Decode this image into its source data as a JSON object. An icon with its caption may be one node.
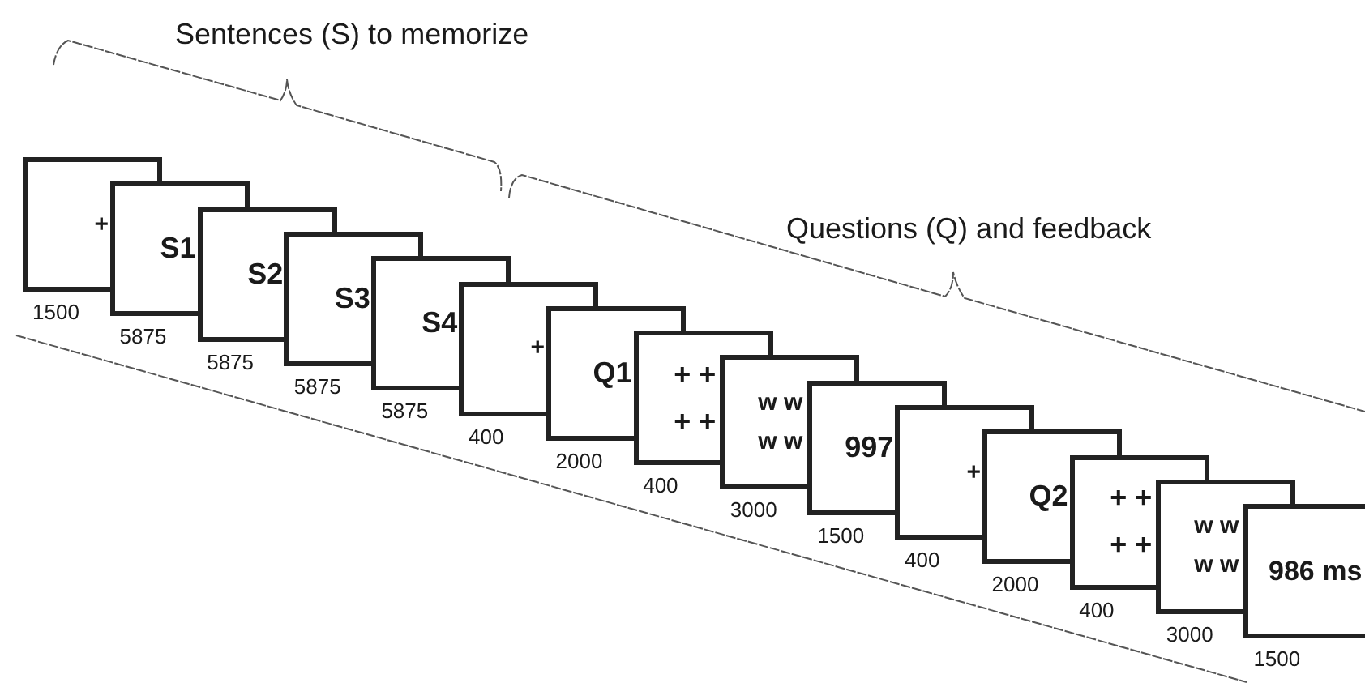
{
  "diagram": {
    "nodes": [
      {
        "text": [
          "+"
        ],
        "beside": [
          "1500"
        ]
      },
      {
        "text": [
          "S1"
        ],
        "beside": [
          "5875"
        ]
      },
      {
        "text": [
          "S2"
        ],
        "beside": [
          "5875"
        ]
      },
      {
        "text": [
          "S3"
        ],
        "beside": [
          "5875"
        ]
      },
      {
        "text": [
          "S4"
        ],
        "beside": [
          "5875"
        ]
      },
      {
        "text": [
          "+"
        ],
        "beside": [
          "400"
        ]
      },
      {
        "text": [
          "Q1"
        ],
        "beside": [
          "2000"
        ]
      },
      {
        "text": [
          "+ + + +"
        ],
        "beside": [
          "400"
        ]
      },
      {
        "text": [
          "w w w w"
        ],
        "beside": [
          "3000"
        ]
      },
      {
        "text": [
          "997"
        ],
        "beside": [
          "1500"
        ]
      },
      {
        "text": [
          "+"
        ],
        "beside": [
          "400"
        ]
      },
      {
        "text": [
          "Q2"
        ],
        "beside": [
          "2000"
        ]
      },
      {
        "text": [
          "+ + + +"
        ],
        "beside": [
          "400"
        ]
      },
      {
        "text": [
          "w w w w"
        ],
        "beside": [
          "3000"
        ]
      },
      {
        "text": [
          "986 ms"
        ],
        "beside": [
          "1500"
        ]
      }
    ],
    "edges": [],
    "labels": [
      "Sentences (S) to memorize",
      "Questions (Q) and feedback"
    ]
  }
}
